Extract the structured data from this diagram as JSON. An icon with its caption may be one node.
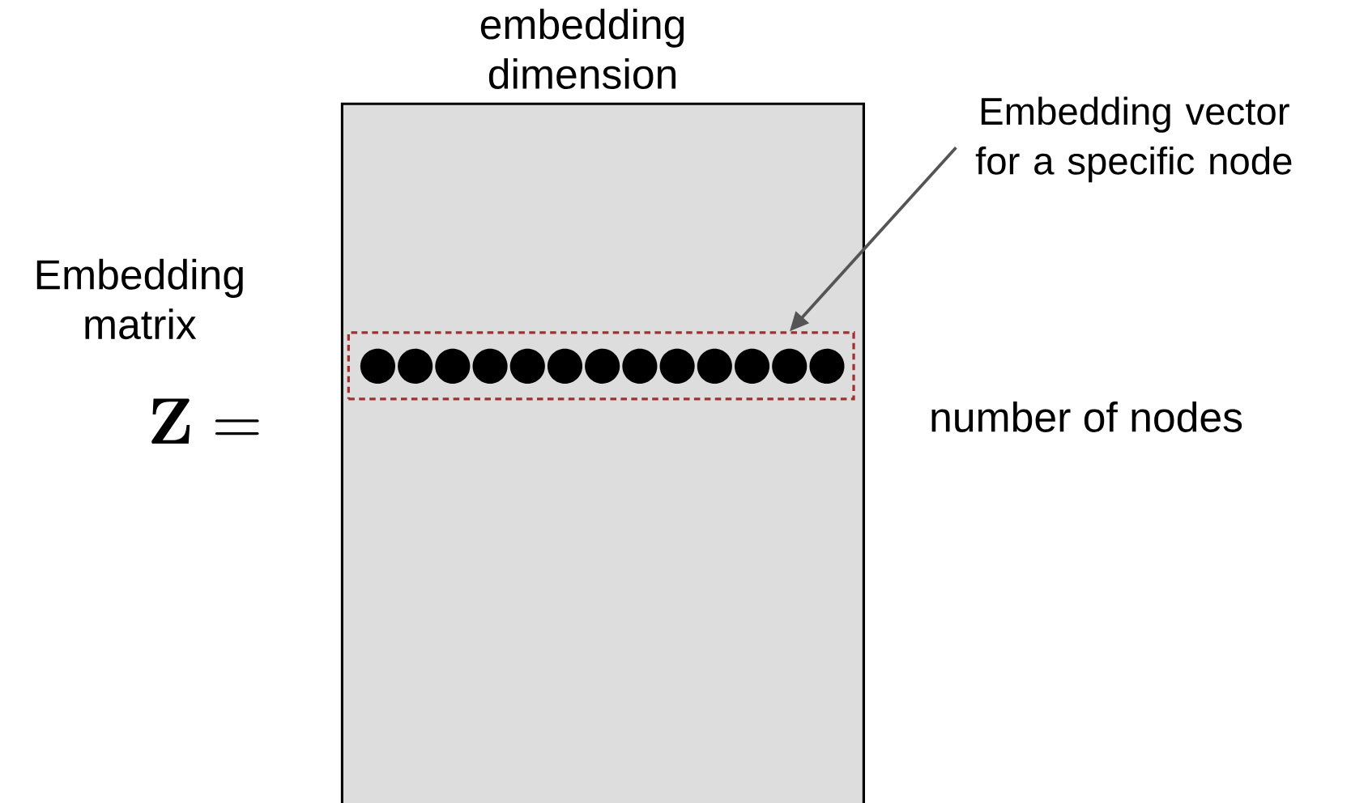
{
  "diagram": {
    "nodes": [
      {
        "text": [],
        "shape": "box"
      },
      {
        "text": [],
        "shape": "box",
        "in": 0
      },
      {
        "text": [
          "Embedding vector for a specific node"
        ]
      }
    ],
    "edges": [
      {
        "from": 2,
        "to": 1,
        "arrow": "to"
      }
    ],
    "labels": [
      "embedding dimension",
      "Embedding matrix",
      "\\mathbf{Z} =",
      "number of nodes"
    ]
  }
}
